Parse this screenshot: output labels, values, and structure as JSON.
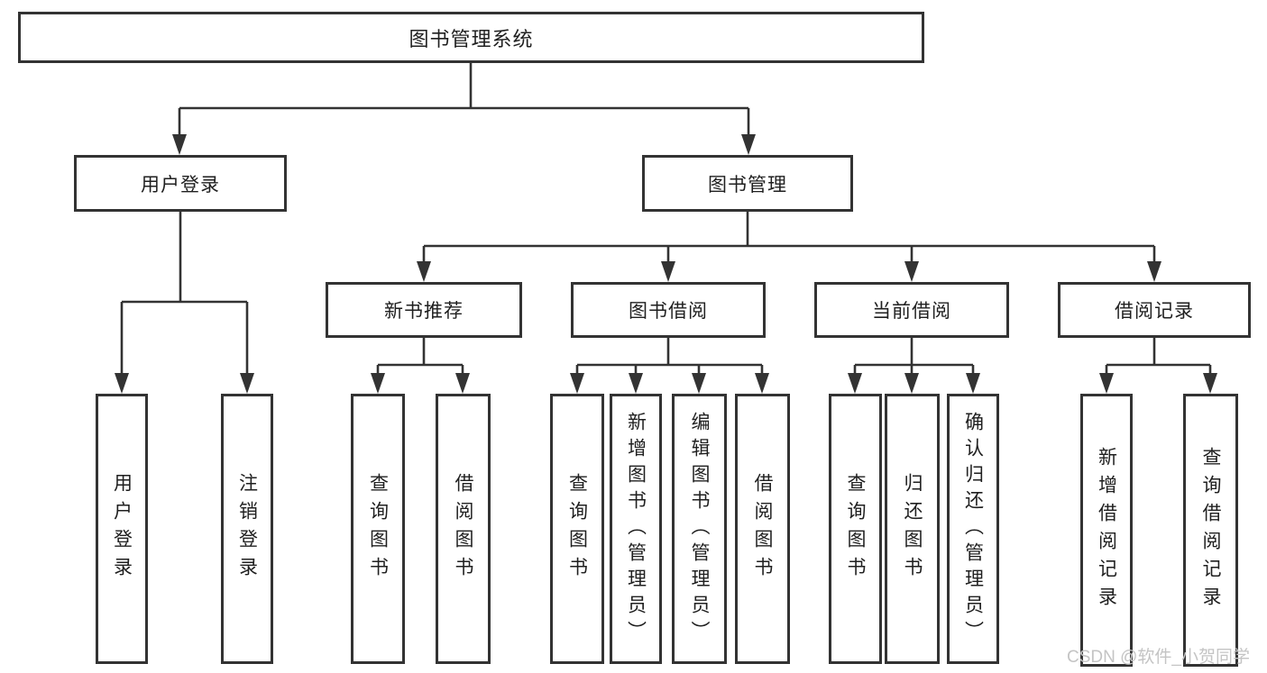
{
  "colors": {
    "line": "#333333",
    "box_border": "#333333",
    "box_bg": "#ffffff",
    "text": "#1f1f1f",
    "watermark": "#c4c4c4"
  },
  "tree": {
    "root": {
      "label": "图书管理系统"
    },
    "level2": [
      {
        "label": "用户登录"
      },
      {
        "label": "图书管理"
      }
    ],
    "level3": [
      {
        "label": "新书推荐"
      },
      {
        "label": "图书借阅"
      },
      {
        "label": "当前借阅"
      },
      {
        "label": "借阅记录"
      }
    ],
    "leaves": {
      "user_login_group": [
        {
          "label": "用户登录"
        },
        {
          "label": "注销登录"
        }
      ],
      "new_book_group": [
        {
          "label": "查询图书"
        },
        {
          "label": "借阅图书"
        }
      ],
      "book_borrow_group": [
        {
          "label": "查询图书"
        },
        {
          "label": "新增图书（管理员）"
        },
        {
          "label": "编辑图书（管理员）"
        },
        {
          "label": "借阅图书"
        }
      ],
      "current_borrow_group": [
        {
          "label": "查询图书"
        },
        {
          "label": "归还图书"
        },
        {
          "label": "确认归还（管理员）"
        }
      ],
      "borrow_record_group": [
        {
          "label": "新增借阅记录"
        },
        {
          "label": "查询借阅记录"
        }
      ]
    }
  },
  "watermark": {
    "text": "CSDN @软件_小贺同学"
  }
}
